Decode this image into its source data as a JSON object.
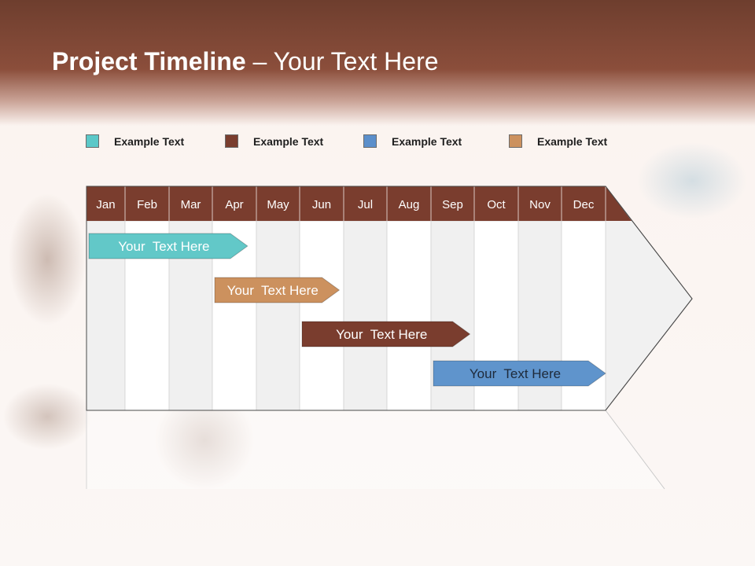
{
  "slide": {
    "title_bold": "Project Timeline",
    "title_rest": " – Your Text Here"
  },
  "legend": [
    {
      "label": "Example Text",
      "color": "#5bc8c8"
    },
    {
      "label": "Example Text",
      "color": "#7a3d2e"
    },
    {
      "label": "Example Text",
      "color": "#5b8fcb"
    },
    {
      "label": "Example Text",
      "color": "#cc915e"
    }
  ],
  "timeline": {
    "months": [
      "Jan",
      "Feb",
      "Mar",
      "Apr",
      "May",
      "Jun",
      "Jul",
      "Aug",
      "Sep",
      "Oct",
      "Nov",
      "Dec"
    ],
    "header_color": "#7a3d2e",
    "tasks": [
      {
        "label": "Your  Text Here",
        "start": 0,
        "end": 3.8,
        "color": "#62c8c8",
        "text_color": "#ffffff"
      },
      {
        "label": "Your  Text Here",
        "start": 3.0,
        "end": 5.9,
        "color": "#cc915e",
        "text_color": "#ffffff"
      },
      {
        "label": "Your  Text Here",
        "start": 5.0,
        "end": 8.9,
        "color": "#7a3d2e",
        "text_color": "#ffffff"
      },
      {
        "label": "Your  Text Here",
        "start": 8.0,
        "end": 12.0,
        "color": "#5f94cc",
        "text_color": "#1e2a3a"
      }
    ]
  }
}
